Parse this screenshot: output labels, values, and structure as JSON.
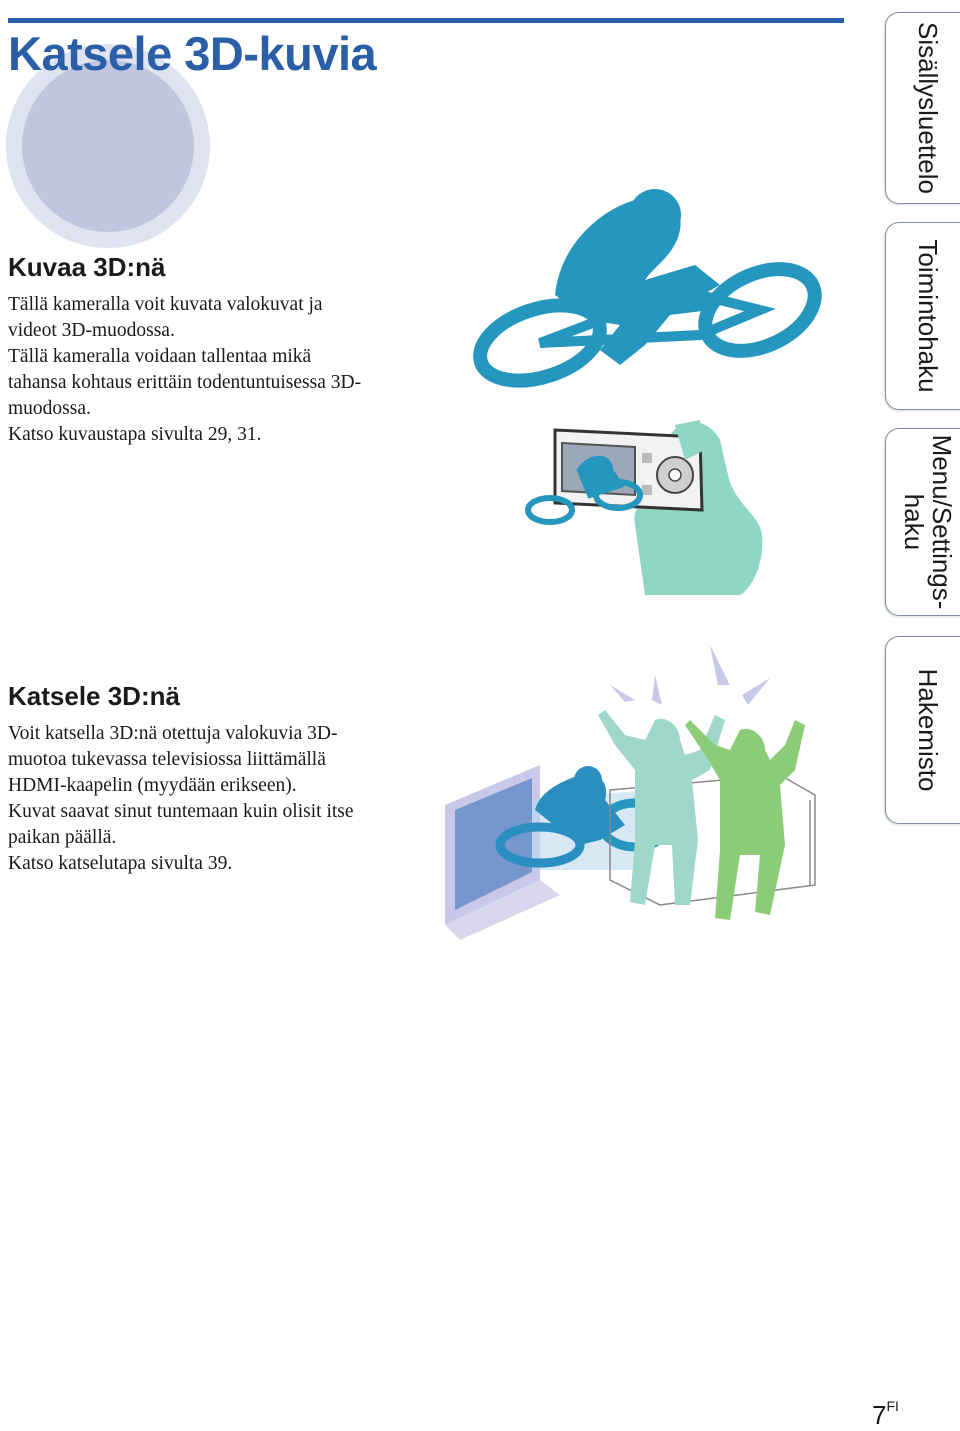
{
  "page": {
    "title": "Katsele 3D-kuvia",
    "number": "7",
    "number_suffix": "FI"
  },
  "sections": [
    {
      "heading": "Kuvaa 3D:nä",
      "lines": [
        "Tällä kameralla voit kuvata valokuvat ja",
        "videot 3D-muodossa.",
        "Tällä kameralla voidaan tallentaa mikä",
        "tahansa kohtaus erittäin todentuntuisessa 3D-",
        "muodossa.",
        "Katso kuvaustapa sivulta 29, 31."
      ]
    },
    {
      "heading": "Katsele 3D:nä",
      "lines": [
        "Voit katsella 3D:nä otettuja valokuvia 3D-",
        "muotoa tukevassa televisiossa liittämällä",
        "HDMI-kaapelin (myydään erikseen).",
        "Kuvat saavat sinut tuntemaan kuin olisit itse",
        "paikan päällä.",
        "Katso katselutapa sivulta 39."
      ]
    }
  ],
  "side_tabs": [
    {
      "label": "Sisällysluettelo"
    },
    {
      "label": "Toimintohaku"
    },
    {
      "label_line1": "Menu/Settings-",
      "label_line2": "haku"
    },
    {
      "label": "Hakemisto"
    }
  ],
  "colors": {
    "accent": "#2a5fa8",
    "cyclist": "#2596be",
    "hand": "#8fd6c4",
    "viewer_left": "#9fd8c8",
    "viewer_right": "#8ccc78",
    "tv": "#c9c8e8"
  }
}
